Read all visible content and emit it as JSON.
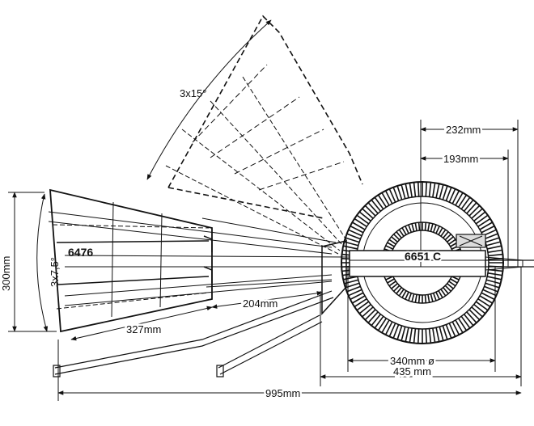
{
  "diagram": {
    "stall_label": "6476",
    "turntable_label": "6651 C",
    "dimensions": {
      "angle_top": "3x15°",
      "angle_left": "3x7,5°",
      "height_left": "300mm",
      "top_width_outer": "232mm",
      "top_width_inner": "193mm",
      "stall_track_len": "204mm",
      "stall_len": "327mm",
      "pit_dia": "340mm ø",
      "outer_dia": "435 mm",
      "total_len": "995mm"
    }
  }
}
